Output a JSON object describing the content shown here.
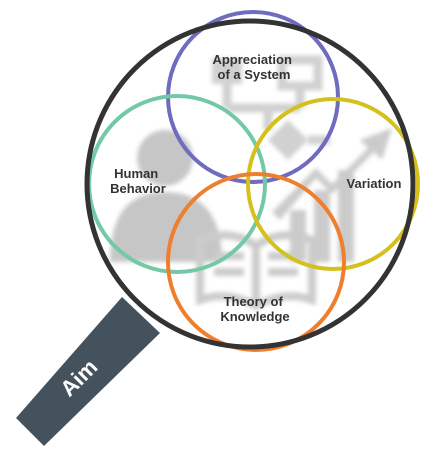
{
  "handle": {
    "label": "Aim",
    "color": "#44525e"
  },
  "lens": {
    "ring_color": "#333333",
    "fill_color": "#ffffff"
  },
  "circles": [
    {
      "id": "appreciation-of-a-system",
      "lines": [
        "Appreciation",
        "of a System"
      ],
      "color": "#6f6cc0",
      "icon": "system-flow-icon"
    },
    {
      "id": "human-behavior",
      "lines": [
        "Human",
        "Behavior"
      ],
      "color": "#73c9a5",
      "icon": "person-icon"
    },
    {
      "id": "variation",
      "lines": [
        "Variation"
      ],
      "color": "#d4c11d",
      "icon": "trend-chart-icon"
    },
    {
      "id": "theory-of-knowledge",
      "lines": [
        "Theory of",
        "Knowledge"
      ],
      "color": "#ee7f2e",
      "icon": "open-book-icon"
    }
  ]
}
